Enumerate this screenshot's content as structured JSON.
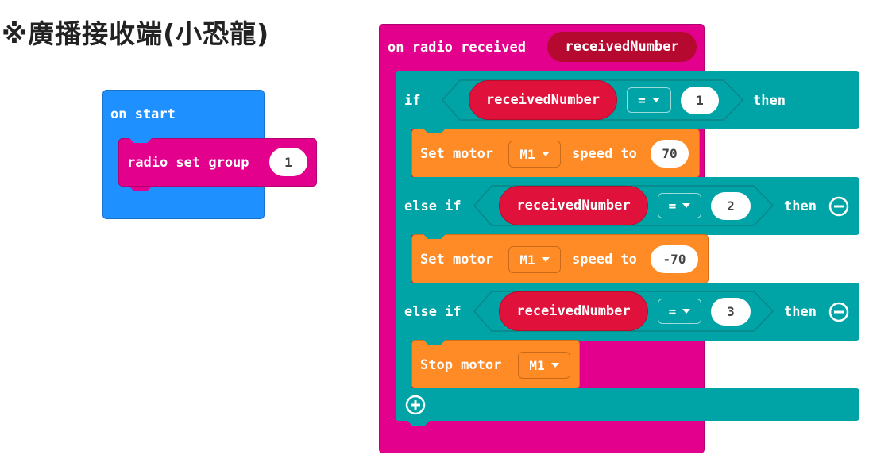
{
  "page": {
    "title": "※廣播接收端(小恐龍)"
  },
  "on_start": {
    "label": "on start",
    "radio_set_group": {
      "label": "radio set group",
      "value": "1"
    }
  },
  "on_radio": {
    "label": "on radio received",
    "param": "receivedNumber",
    "if_label": "if",
    "else_if_label": "else if",
    "then_label": "then",
    "op": "=",
    "branches": [
      {
        "var": "receivedNumber",
        "value": "1",
        "action": "Set motor",
        "motor": "M1",
        "speed_label": "speed to",
        "speed": "70"
      },
      {
        "var": "receivedNumber",
        "value": "2",
        "action": "Set motor",
        "motor": "M1",
        "speed_label": "speed to",
        "speed": "-70"
      },
      {
        "var": "receivedNumber",
        "value": "3",
        "action": "Stop motor",
        "motor": "M1"
      }
    ]
  },
  "colors": {
    "events": "#1e90ff",
    "radio": "#e3008c",
    "logic": "#00a4a6",
    "motor": "#ff8b27",
    "variable": "#e0113a"
  }
}
